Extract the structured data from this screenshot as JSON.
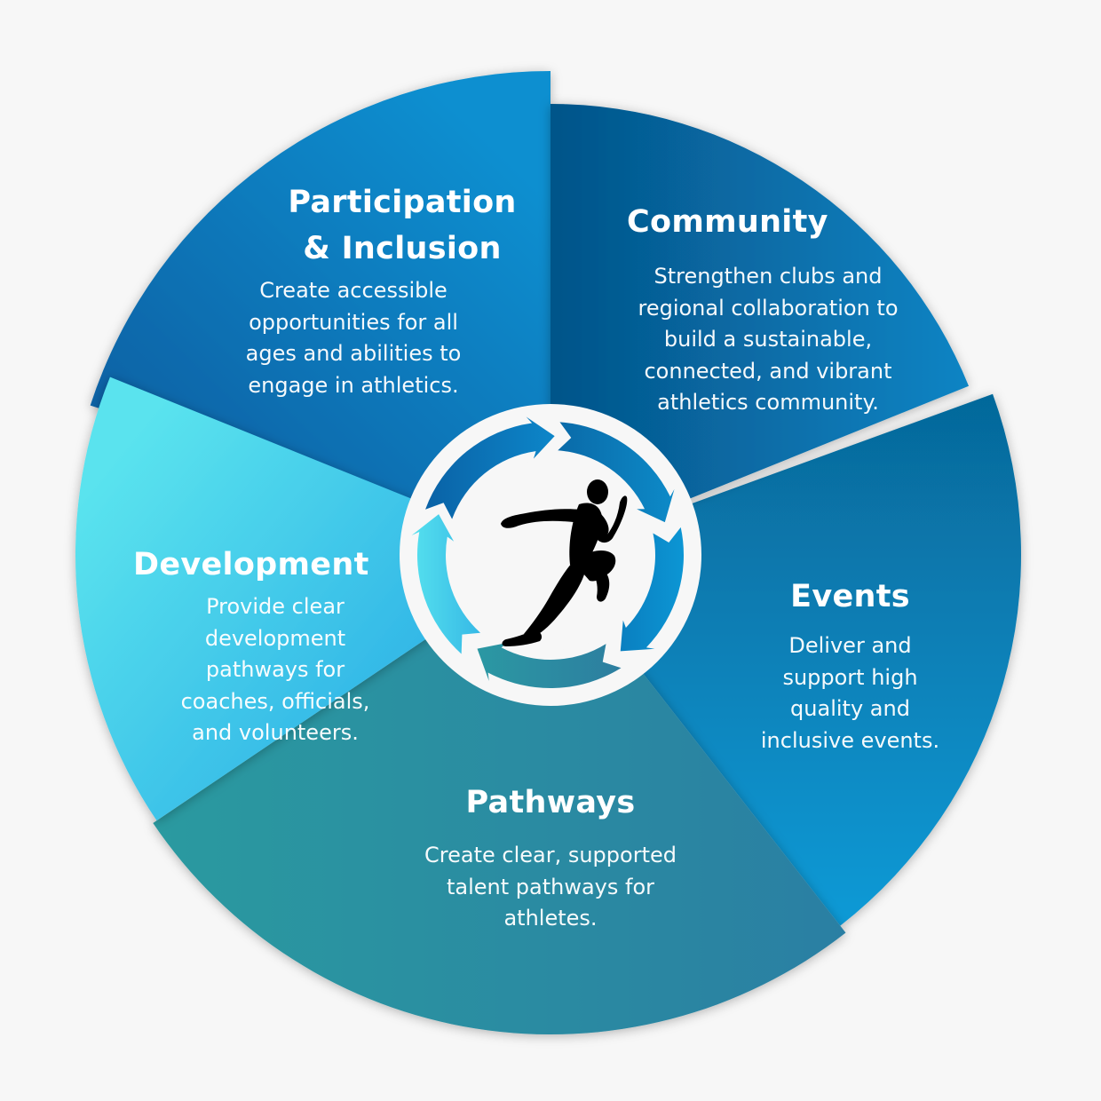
{
  "diagram": {
    "type": "cycle-wheel",
    "center_icon": "runner-silhouette-icon",
    "segments": [
      {
        "id": "participation",
        "title": "Participation\n& Inclusion",
        "description": "Create accessible\nopportunities for all\nages and abilities to\nengage in athletics.",
        "color_from": "#0a8fd0",
        "color_to": "#0a63a6"
      },
      {
        "id": "community",
        "title": "Community",
        "description": "Strengthen clubs and\nregional collaboration to\nbuild a sustainable,\nconnected, and vibrant\nathletics community.",
        "color_from": "#055489",
        "color_to": "#0a84c4"
      },
      {
        "id": "events",
        "title": "Events",
        "description": "Deliver and\nsupport high\nquality and\ninclusive events.",
        "color_from": "#06689a",
        "color_to": "#0a9ad6"
      },
      {
        "id": "pathways",
        "title": "Pathways",
        "description": "Create clear, supported\ntalent pathways for\nathletes.",
        "color_from": "#2a9aa0",
        "color_to": "#2a7fa3"
      },
      {
        "id": "development",
        "title": "Development",
        "description": "Provide clear\ndevelopment\npathways for\ncoaches, officials,\nand volunteers.",
        "color_from": "#5ae3ee",
        "color_to": "#2eb3e6"
      }
    ],
    "cycle_arrows": [
      {
        "color_from": "#0a62a6",
        "color_to": "#0d86c9"
      },
      {
        "color_from": "#0a6aa8",
        "color_to": "#0d8ac8"
      },
      {
        "color_from": "#0a7fc0",
        "color_to": "#0c96d4"
      },
      {
        "color_from": "#2b98a3",
        "color_to": "#2d7ea0"
      },
      {
        "color_from": "#55e0ee",
        "color_to": "#36b9e6"
      }
    ],
    "background": "#f7f7f7",
    "text_color": "#ffffff"
  }
}
